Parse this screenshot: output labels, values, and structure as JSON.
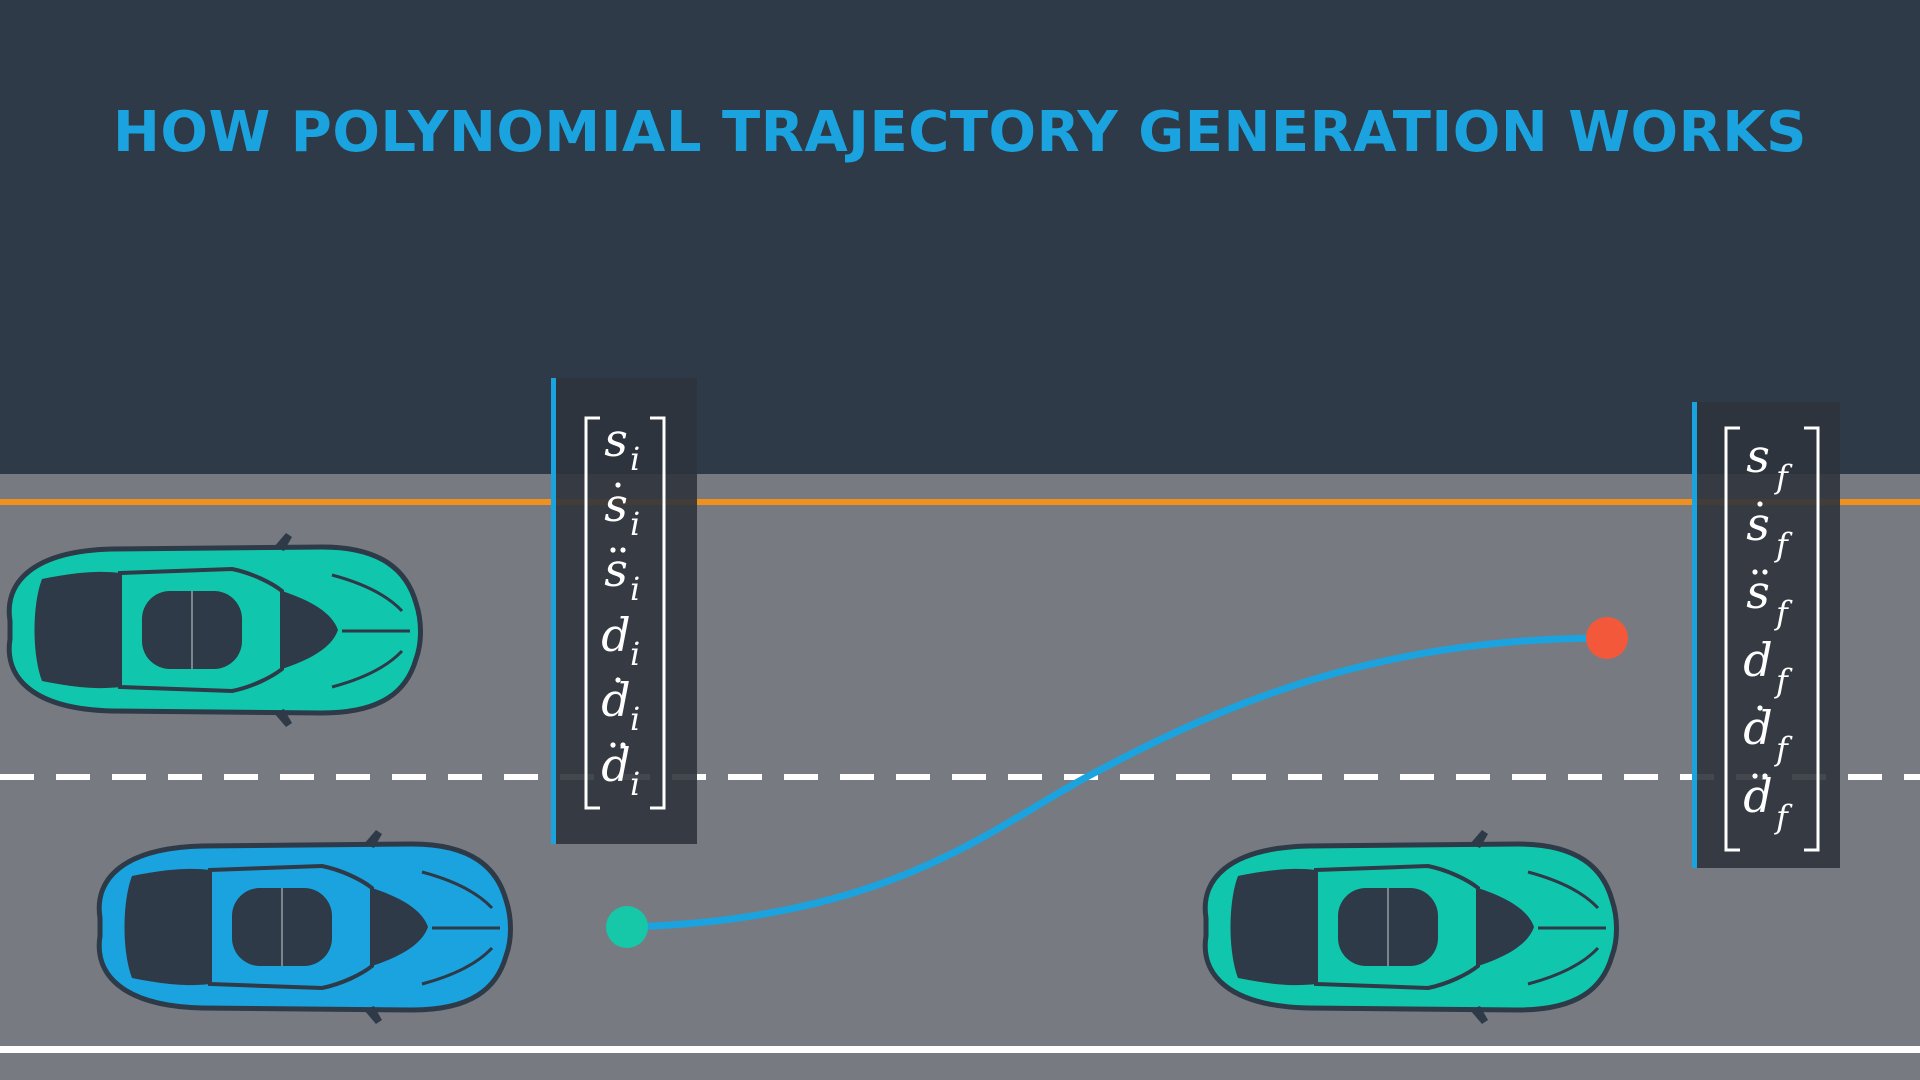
{
  "title": "HOW POLYNOMIAL TRAJECTORY GENERATION WORKS",
  "colors": {
    "background": "#2e3a47",
    "road": "#777b81",
    "lane_line": "#f0911f",
    "dashed_line": "#ffffff",
    "ego_car": "#1aa3df",
    "other_cars": "#10c7ad",
    "trajectory": "#1aa3df",
    "start_point": "#16c7a8",
    "end_point": "#f4583a",
    "vector_box": "#3a3f47",
    "vector_accent": "#1aa3df"
  },
  "initial_state": {
    "rows": [
      {
        "base": "s",
        "dots": 0,
        "sub": "i"
      },
      {
        "base": "s",
        "dots": 1,
        "sub": "i"
      },
      {
        "base": "s",
        "dots": 2,
        "sub": "i"
      },
      {
        "base": "d",
        "dots": 0,
        "sub": "i"
      },
      {
        "base": "d",
        "dots": 1,
        "sub": "i"
      },
      {
        "base": "d",
        "dots": 2,
        "sub": "i"
      }
    ]
  },
  "final_state": {
    "rows": [
      {
        "base": "s",
        "dots": 0,
        "sub": "f"
      },
      {
        "base": "s",
        "dots": 1,
        "sub": "f"
      },
      {
        "base": "s",
        "dots": 2,
        "sub": "f"
      },
      {
        "base": "d",
        "dots": 0,
        "sub": "f"
      },
      {
        "base": "d",
        "dots": 1,
        "sub": "f"
      },
      {
        "base": "d",
        "dots": 2,
        "sub": "f"
      }
    ]
  },
  "icons": {
    "ego": "ego-car-icon",
    "other": "other-car-icon"
  }
}
